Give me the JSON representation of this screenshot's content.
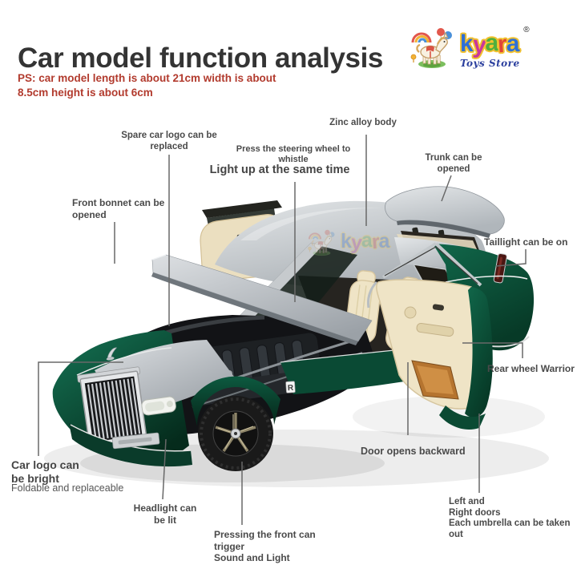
{
  "header": {
    "title": "Car model function analysis",
    "note": "PS: car model length is about 21cm width is about\n8.5cm height is about 6cm"
  },
  "brand": {
    "name_letters": [
      {
        "char": "k",
        "color": "#2e6fd6"
      },
      {
        "char": "y",
        "color": "#c8379b"
      },
      {
        "char": "a",
        "color": "#4faf3e"
      },
      {
        "char": "r",
        "color": "#e04438"
      },
      {
        "char": "a",
        "color": "#2e6fd6"
      }
    ],
    "registered_mark": "®",
    "tagline": "Toys Store",
    "outline_color": "#f2c230",
    "tagline_color": "#2b3f9e"
  },
  "car": {
    "badge_letter": "R"
  },
  "callouts": {
    "spare_logo": {
      "text": "Spare car logo can be\nreplaced"
    },
    "steering": {
      "text": "Press the steering wheel to\nwhistle"
    },
    "light_up": {
      "text": "Light up at the same time"
    },
    "zinc_body": {
      "text": "Zinc alloy body"
    },
    "trunk": {
      "text": "Trunk can be\nopened"
    },
    "front_bonnet": {
      "text": "Front bonnet can be\nopened"
    },
    "taillight": {
      "text": "Taillight can be on"
    },
    "rear_wheel": {
      "text": "Rear wheel Warrior"
    },
    "door_backward": {
      "text": "Door opens backward"
    },
    "car_logo": {
      "text": "Car logo can\nbe bright",
      "sub": "Foldable and replaceable"
    },
    "headlight": {
      "text": "Headlight can\nbe lit"
    },
    "front_press": {
      "text": "Pressing the front can\ntrigger",
      "sub": "Sound and Light"
    },
    "doors_umbrella": {
      "text": "Left and\nRight doors\nEach umbrella can be taken\nout"
    }
  },
  "palette": {
    "title_text": "#343434",
    "note_text": "#b23b2e",
    "label_text": "#4a4a4a",
    "leader_line": "#686868",
    "car_green": "#0d5a41",
    "car_green_dark": "#06301f",
    "silver": "#c9cdd0",
    "interior_cream": "#efe4c6",
    "wood_trim": "#b5742f",
    "taillight_red": "#4a1713",
    "chrome": "#e9ebec"
  }
}
